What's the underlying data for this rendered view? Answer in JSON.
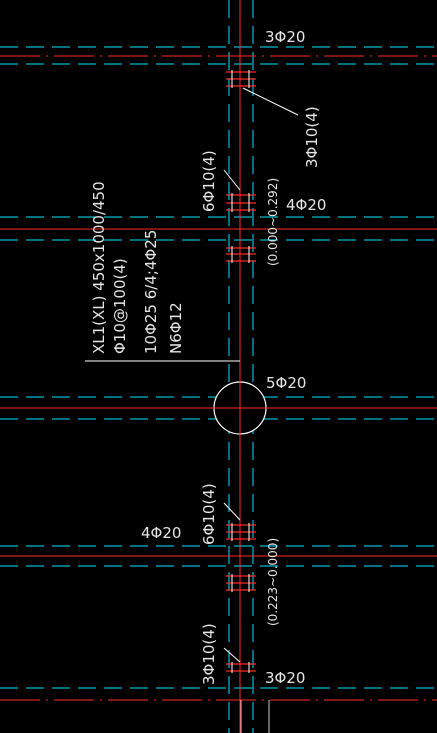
{
  "colors": {
    "background": "#000000",
    "axis_red": "#ff2a2a",
    "beam_cyan": "#00e5ff",
    "rebar_white": "#ffffff",
    "text": "#e6e6e6"
  },
  "annotations": {
    "top_rebar": "3Φ20",
    "upper_stirrup": "3Φ10(4)",
    "upper_stirrup_beam": "6Φ10(4)",
    "upper_side_rebar": "4Φ20",
    "upper_level": "(0.000~0.292)",
    "beam_tag": {
      "line1": "XL1(XL) 450x1000/450",
      "line2": "Φ10@100(4)",
      "line3": "10Φ25  6/4;4Φ25",
      "line4": "N6Φ12"
    },
    "column_rebar": "5Φ20",
    "lower_side_rebar": "4Φ20",
    "lower_stirrup_beam": "6Φ10(4)",
    "lower_level": "(0.223~0.000)",
    "bottom_stirrup": "3Φ10(4)",
    "bottom_rebar": "3Φ20"
  }
}
